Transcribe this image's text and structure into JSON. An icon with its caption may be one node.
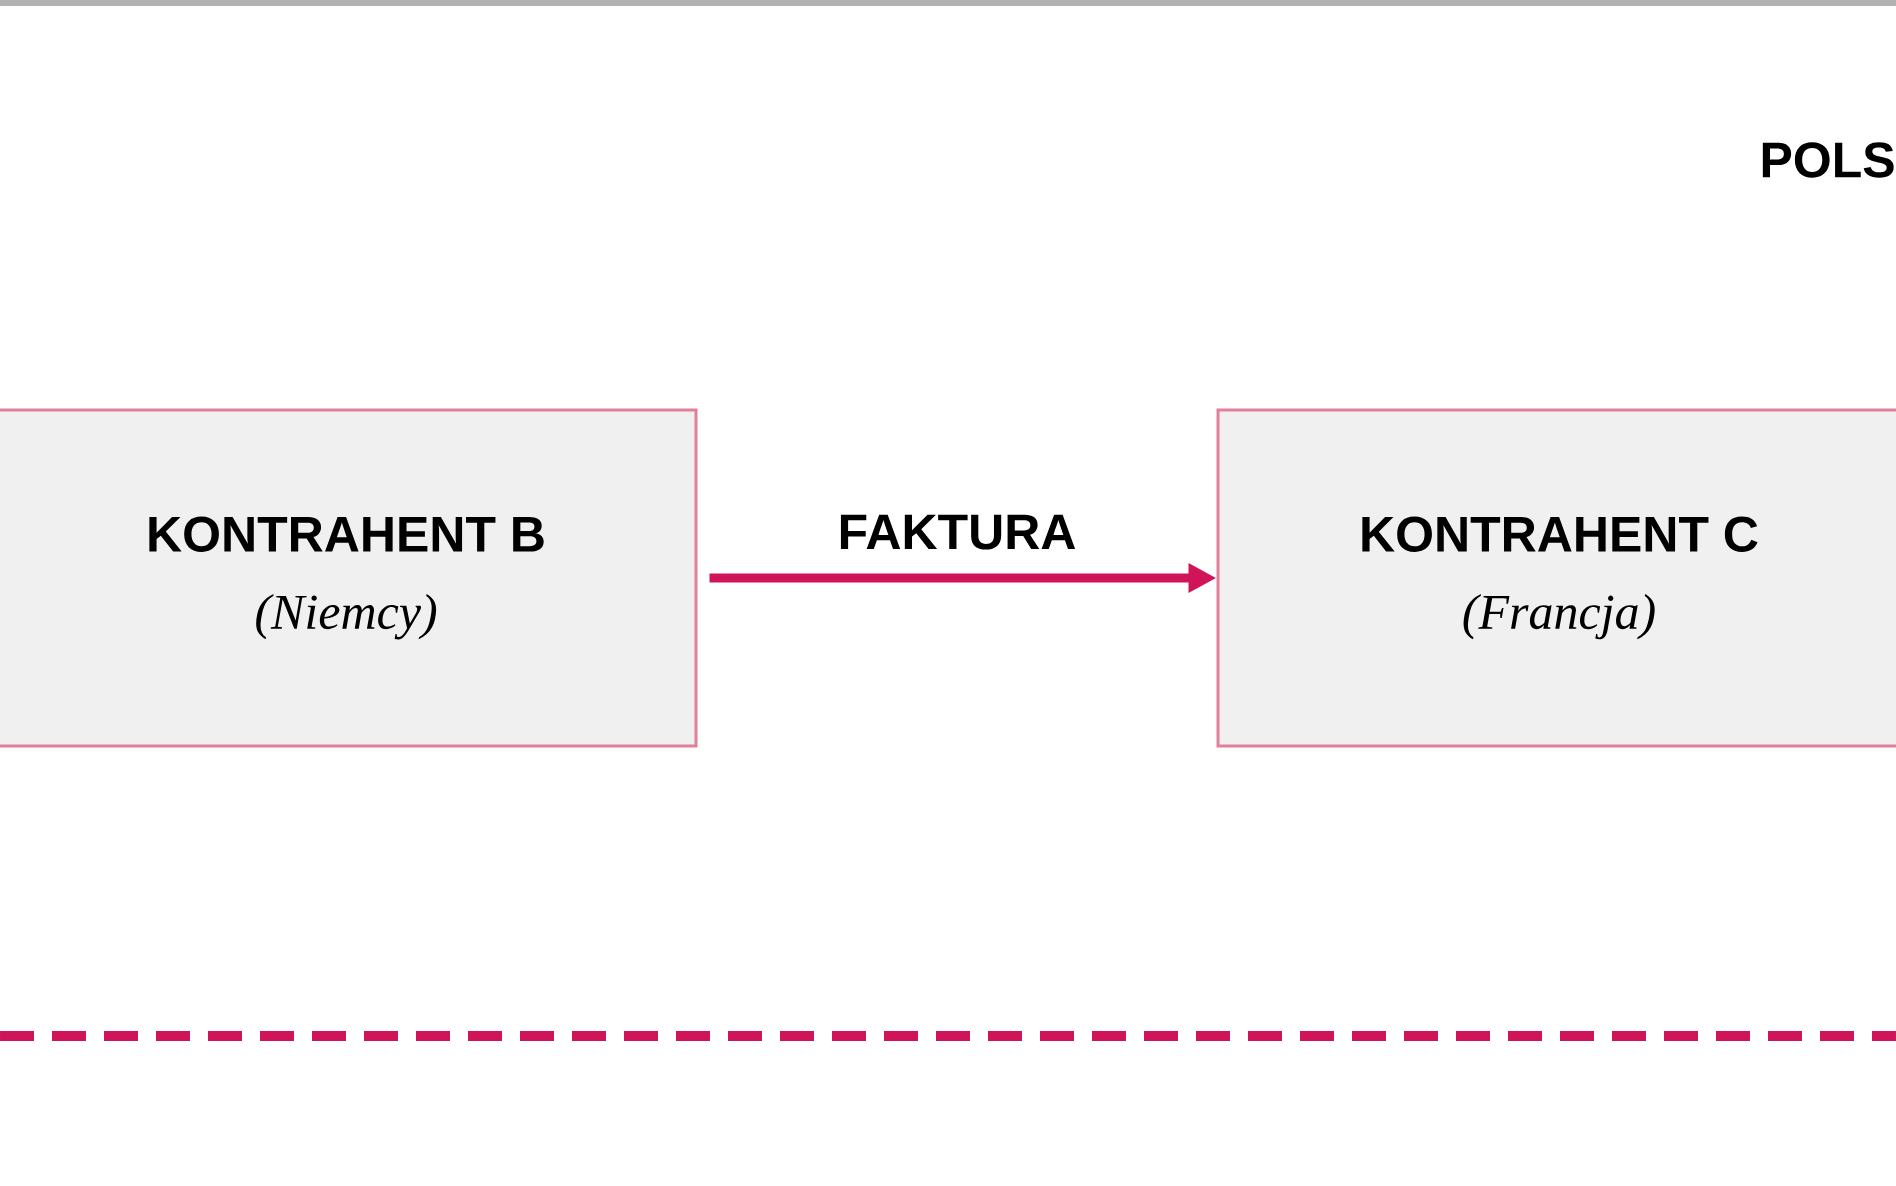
{
  "diagram": {
    "nodes": [
      {
        "text": [
          "KONTRAHENT B",
          "(Niemcy)"
        ]
      },
      {
        "text": [
          "KONTRAHENT C",
          "(Francja)"
        ]
      }
    ],
    "edges": [
      {
        "from": 0,
        "to": 1,
        "arrow": "to",
        "label": "FAKTURA"
      }
    ],
    "labels": [
      "POLS"
    ]
  }
}
